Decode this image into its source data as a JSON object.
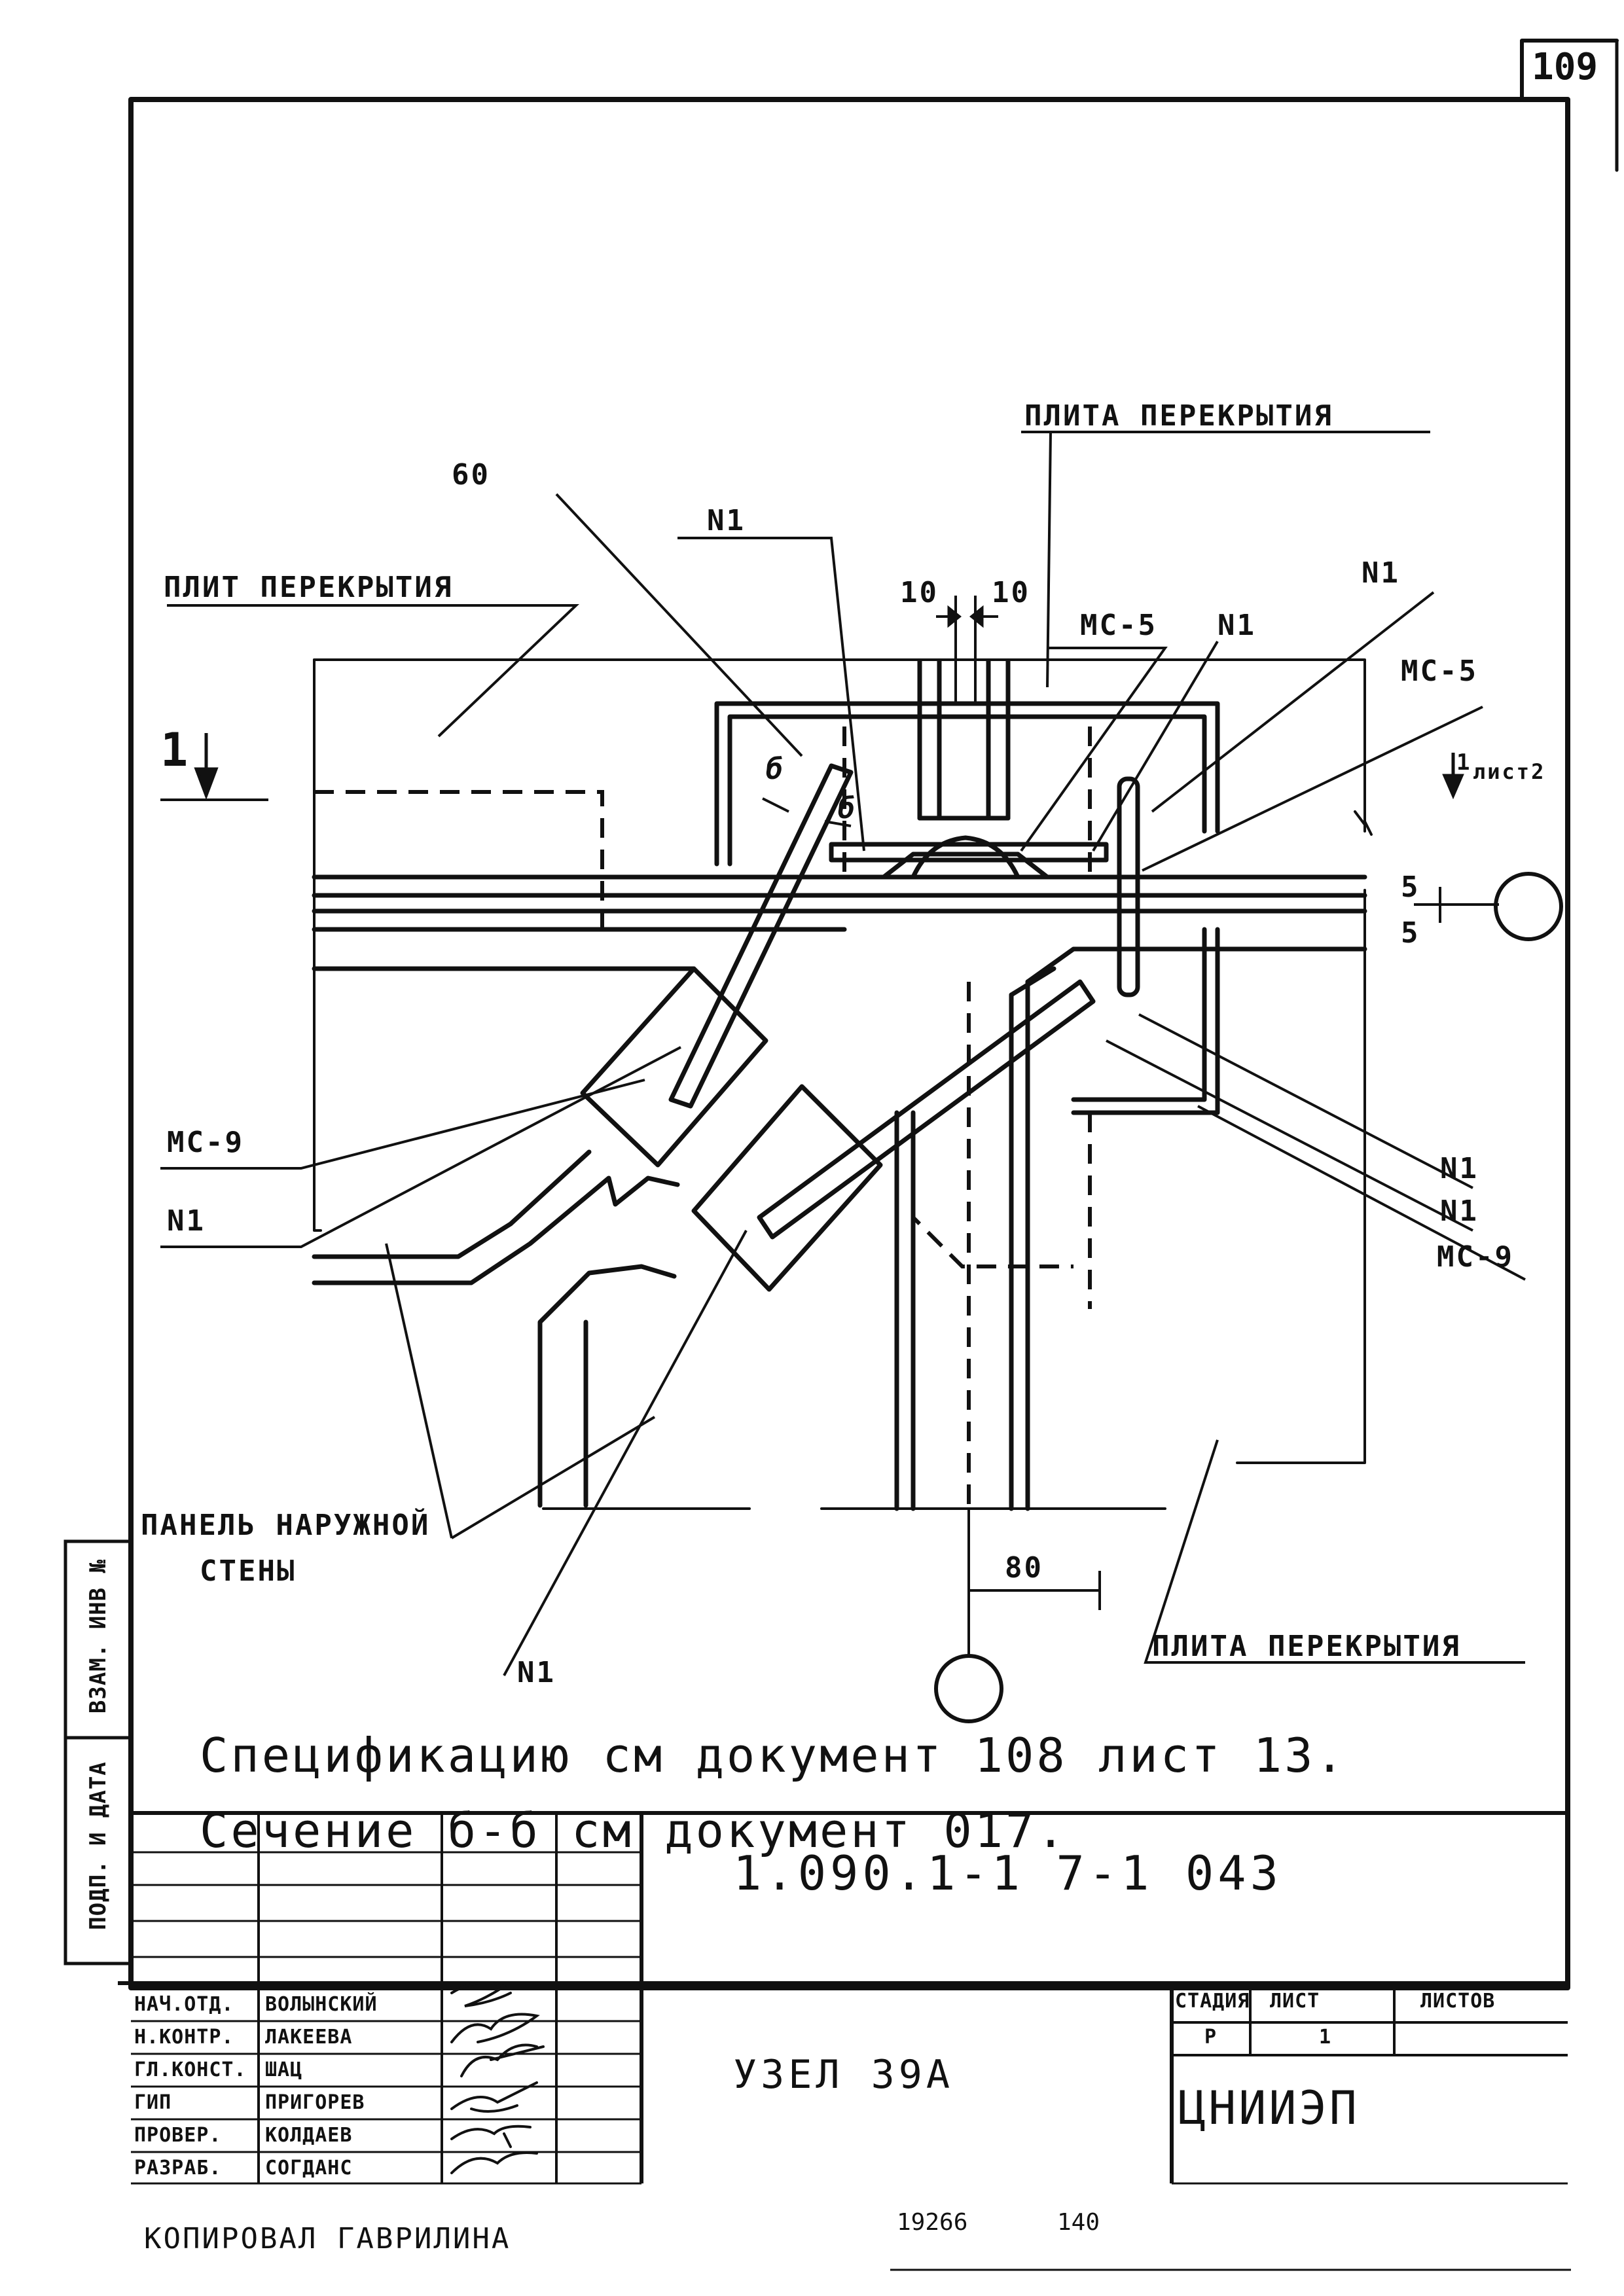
{
  "sheet_number": "109",
  "labels": {
    "top_slab": "ПЛИТА ПЕРЕКРЫТИЯ",
    "left_slab": "ПЛИТ ПЕРЕКРЫТИЯ",
    "bottom_slab": "ПЛИТА ПЕРЕКРЫТИЯ",
    "wall_panel_1": "ПАНЕЛЬ НАРУЖНОЙ",
    "wall_panel_2": "СТЕНЫ",
    "dim_60": "60",
    "dim_10a": "10",
    "dim_10b": "10",
    "dim_5a": "5",
    "dim_5b": "5",
    "dim_80": "80",
    "n1_top_a": "N1",
    "n1_top_b": "N1",
    "n1_top_c": "N1",
    "n1_left": "N1",
    "n1_right_a": "N1",
    "n1_right_b": "N1",
    "n1_bottom": "N1",
    "mc5_a": "МС-5",
    "mc5_b": "МС-5",
    "mc9_left": "МС-9",
    "mc9_right": "МС-9",
    "section_mark_left": "1",
    "section_mark_right": "1",
    "section_sheet": "лист2",
    "section_b1": "б",
    "section_b2": "б"
  },
  "notes": {
    "line1": "Спецификацию см документ 108 лист 13.",
    "line2": "Сечение б-б см документ 017."
  },
  "side_stamp": {
    "inv": "ВЗАМ. ИНВ №",
    "date": "ПОДП. И ДАТА"
  },
  "title_block": {
    "doc_code": "1.090.1-1 7-1 043",
    "title": "УЗЕЛ 39А",
    "org": "ЦНИИЭП",
    "stage_header": "СТАДИЯ",
    "sheet_header": "ЛИСТ",
    "sheets_header": "ЛИСТОВ",
    "stage": "Р",
    "sheet": "1",
    "roles": [
      {
        "role": "НАЧ.ОТД.",
        "name": "ВОЛЫНСКИЙ"
      },
      {
        "role": "Н.КОНТР.",
        "name": "ЛАКЕЕВА"
      },
      {
        "role": "ГЛ.КОНСТ.",
        "name": "ШАЦ"
      },
      {
        "role": "ГИП",
        "name": "ПРИГОРЕВ"
      },
      {
        "role": "ПРОВЕР.",
        "name": "КОЛДАЕВ"
      },
      {
        "role": "РАЗРАБ.",
        "name": "СОГДАНС"
      }
    ]
  },
  "footer": {
    "copied": "КОПИРОВАЛ ГАВРИЛИНА",
    "number": "19266",
    "page": "140"
  }
}
